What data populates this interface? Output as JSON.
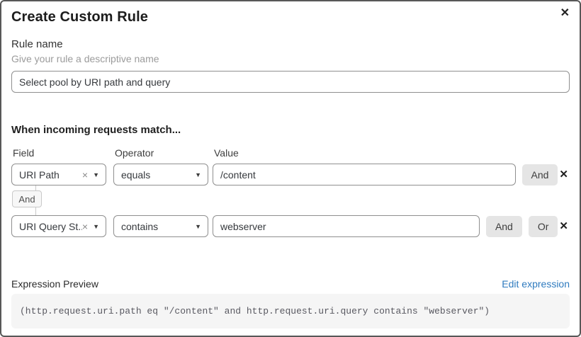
{
  "dialog": {
    "title": "Create Custom Rule"
  },
  "icons": {
    "close": "✕",
    "clear": "×",
    "caret_down": "▼",
    "delete_row": "✕"
  },
  "rule_name": {
    "label": "Rule name",
    "hint": "Give your rule a descriptive name",
    "value": "Select pool by URI path and query"
  },
  "match": {
    "heading": "When incoming requests match...",
    "columns": {
      "field": "Field",
      "operator": "Operator",
      "value": "Value"
    },
    "rows": [
      {
        "field": "URI Path",
        "operator": "equals",
        "value": "/content",
        "buttons": [
          "And"
        ]
      },
      {
        "field": "URI Query St...",
        "operator": "contains",
        "value": "webserver",
        "buttons": [
          "And",
          "Or"
        ]
      }
    ],
    "connector": "And"
  },
  "expression": {
    "label": "Expression Preview",
    "edit_link": "Edit expression",
    "code": "(http.request.uri.path eq \"/content\" and http.request.uri.query contains \"webserver\")"
  },
  "colors": {
    "link_blue": "#2f7bbf",
    "button_gray": "#e5e5e5",
    "input_border": "#8f8f8f",
    "code_bg": "#f5f5f5",
    "dialog_border": "#585858"
  }
}
